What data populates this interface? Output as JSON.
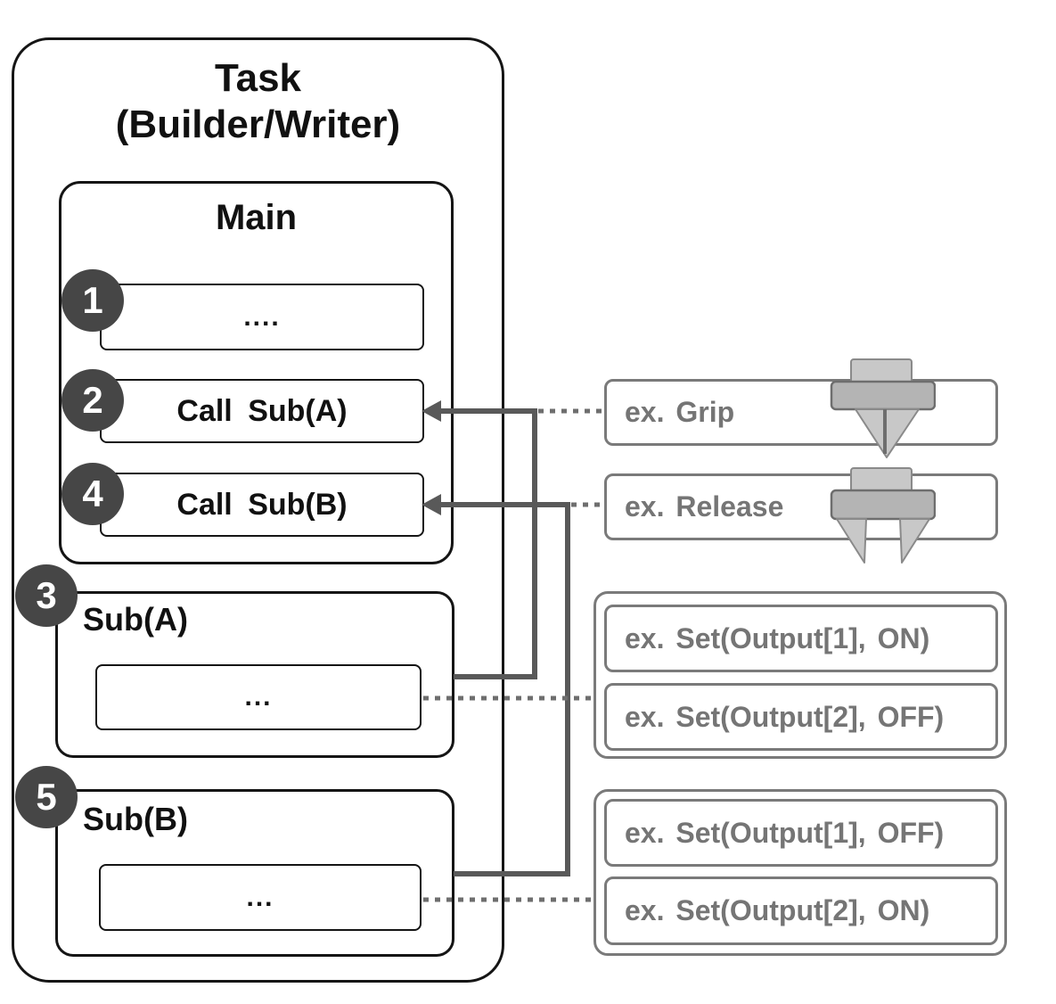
{
  "task": {
    "title_line1": "Task",
    "title_line2": "(Builder/Writer)",
    "main": {
      "title": "Main",
      "steps": [
        {
          "num": "1",
          "label": "...."
        },
        {
          "num": "2",
          "label": "Call Sub(A)"
        },
        {
          "num": "4",
          "label": "Call Sub(B)"
        }
      ]
    },
    "subs": [
      {
        "num": "3",
        "title": "Sub(A)",
        "body": "..."
      },
      {
        "num": "5",
        "title": "Sub(B)",
        "body": "..."
      }
    ]
  },
  "examples": {
    "grip": "ex. Grip",
    "release": "ex. Release",
    "groupA": [
      "ex. Set(Output[1], ON)",
      "ex. Set(Output[2], OFF)"
    ],
    "groupB": [
      "ex. Set(Output[1], OFF)",
      "ex. Set(Output[2], ON)"
    ]
  },
  "icons": {
    "grip": "gripper-closed-icon",
    "release": "gripper-open-icon"
  },
  "colors": {
    "box_border": "#151515",
    "example_border": "#7a7a7a",
    "example_text": "#757575",
    "badge_fill": "#464646",
    "connector": "#595959",
    "dotted_connector": "#6e6e6e",
    "gripper_light": "#c8c8c8",
    "gripper_mid": "#b4b4b4"
  }
}
